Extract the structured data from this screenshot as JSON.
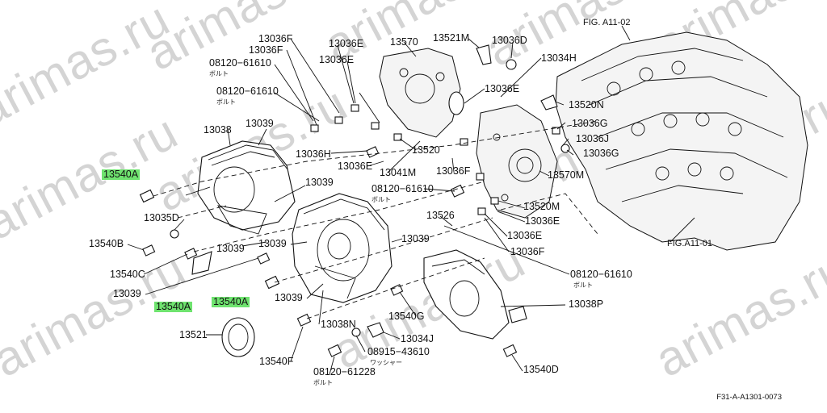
{
  "watermark": {
    "text": "arimas.ru"
  },
  "figure_code": "F31-A-A1301-0073",
  "figure_refs": {
    "top": "FIG. A11-02",
    "bottom": "FIG.A11-01"
  },
  "part_labels": {
    "p13036F_a": "13036F",
    "p13036F_b": "13036F",
    "p13036E_top": "13036E",
    "p13570": "13570",
    "p13521M": "13521M",
    "p13036D": "13036D",
    "p08120_61610_a": "08120−61610",
    "p13036E_b": "13036E",
    "p13034H": "13034H",
    "p08120_61610_b": "08120−61610",
    "p13036E_c": "13036E",
    "p13520N": "13520N",
    "p13038": "13038",
    "p13039_a": "13039",
    "p13036G_a": "13036G",
    "p13036J": "13036J",
    "p13036G_b": "13036G",
    "p13036H": "13036H",
    "p13520": "13520",
    "p13036E_d": "13036E",
    "p13540A_a": "13540A",
    "p13041M": "13041M",
    "p13036F_c": "13036F",
    "p13570M": "13570M",
    "p13039_b": "13039",
    "p08120_61610_c": "08120−61610",
    "p13035D": "13035D",
    "p13526": "13526",
    "p13520M": "13520M",
    "p13036E_e": "13036E",
    "p13540B": "13540B",
    "p13039_c": "13039",
    "p13036E_f": "13036E",
    "p13039_d": "13039",
    "p13039_e": "13039",
    "p13036F_d": "13036F",
    "p13540C": "13540C",
    "p08120_61610_d": "08120−61610",
    "p13039_f": "13039",
    "p13540A_b": "13540A",
    "p13540A_c": "13540A",
    "p13039_g": "13039",
    "p13038P": "13038P",
    "p13540G": "13540G",
    "p13521": "13521",
    "p13038N": "13038N",
    "p13034J": "13034J",
    "p08915_43610": "08915−43610",
    "p13540F": "13540F",
    "p08120_61228": "08120−61228",
    "p13540D": "13540D"
  },
  "sub_labels": {
    "bolt_a": "ボルト",
    "bolt_b": "ボルト",
    "bolt_c": "ボルト",
    "bolt_d": "ボルト",
    "bolt_e": "ボルト",
    "washer": "ワッシャー"
  },
  "colors": {
    "highlight": "#6fe36f",
    "watermark": "#d4d4d4",
    "ink": "#111111"
  }
}
